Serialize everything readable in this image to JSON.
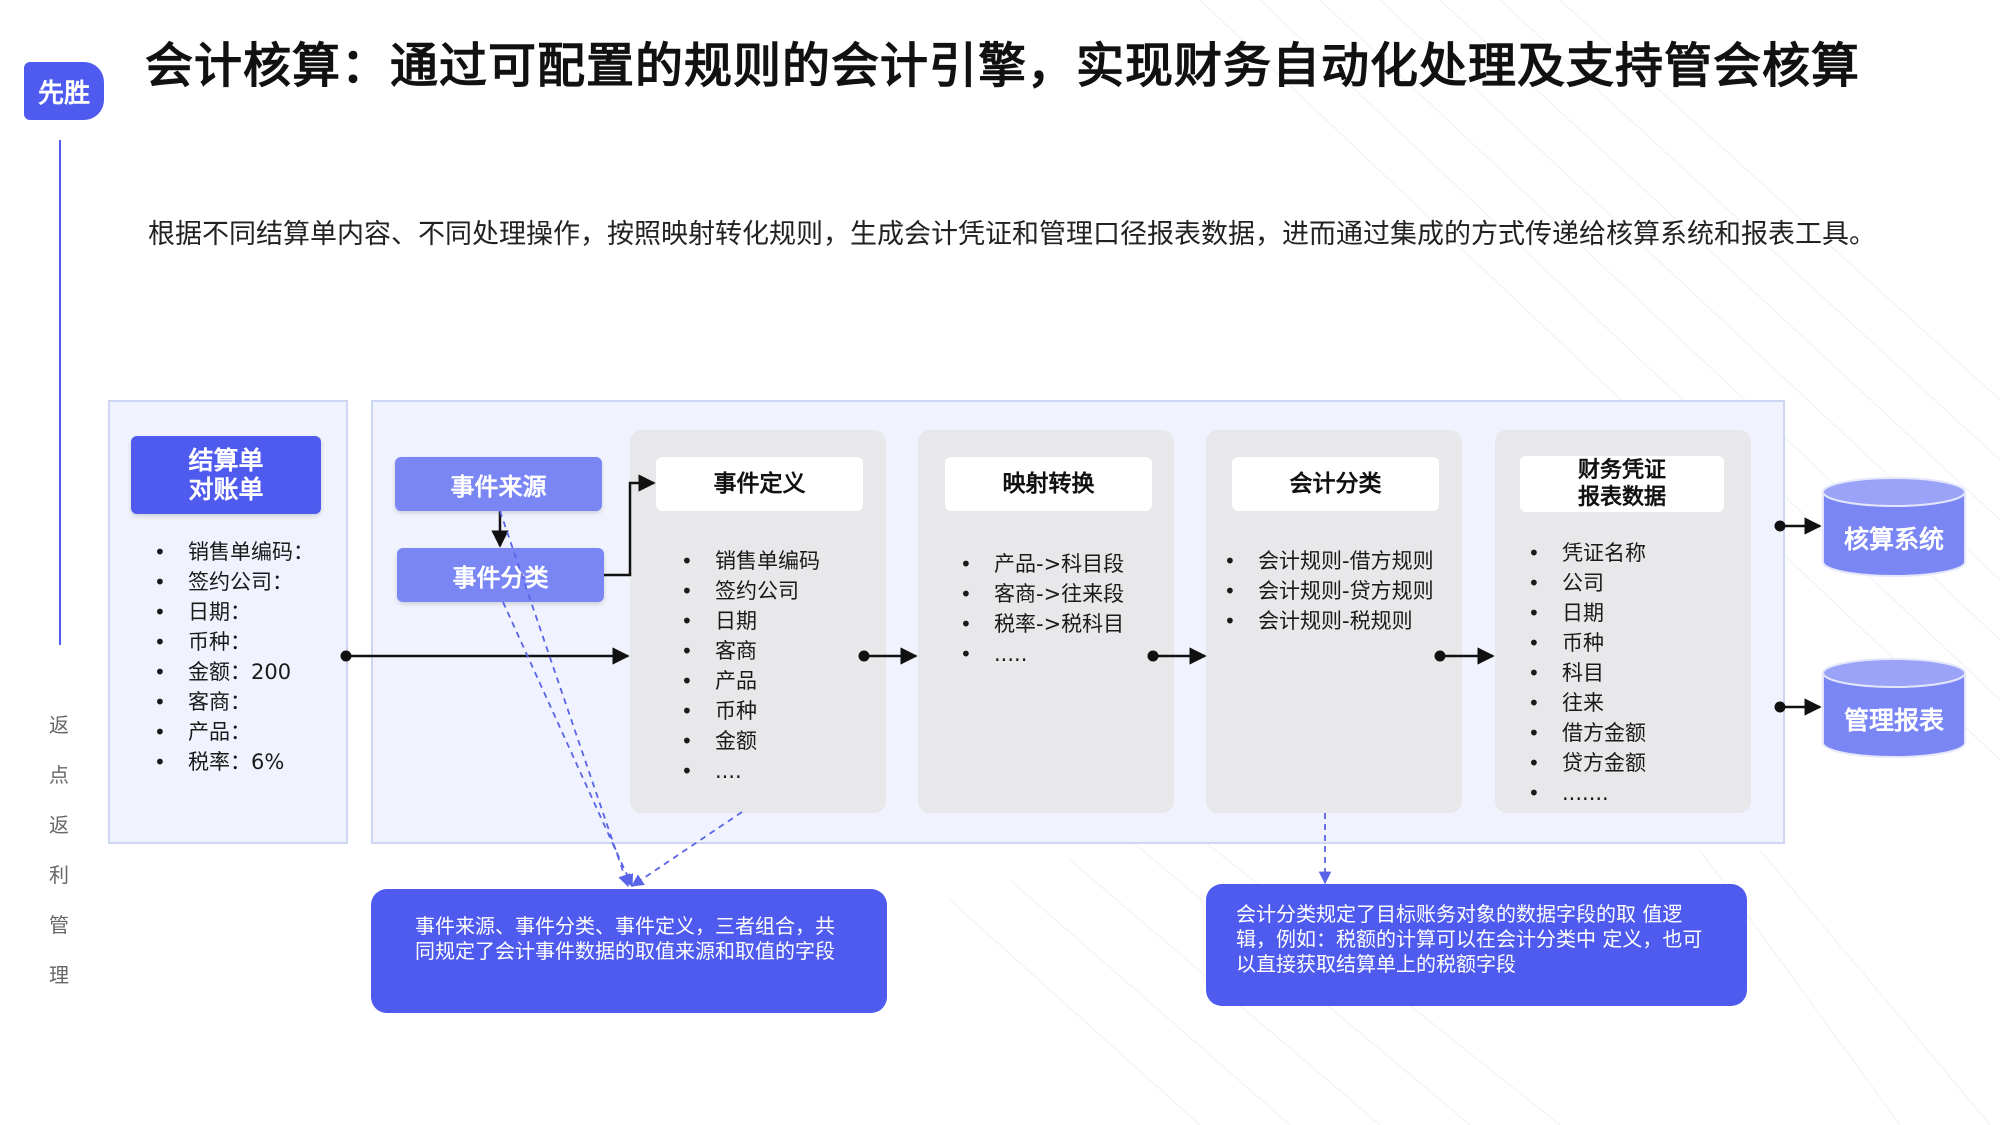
{
  "logo": {
    "text": "先胜"
  },
  "sidebar": {
    "chars": [
      "返",
      "点",
      "返",
      "利",
      "管",
      "理"
    ]
  },
  "title": "会计核算：通过可配置的规则的会计引擎，实现财务自动化处理及支持管会核算",
  "subtitle": "根据不同结算单内容、不同处理操作，按照映射转化规则，生成会计凭证和管理口径报表数据，进而通过集成的方式传递给核算系统和报表工具。",
  "settlement": {
    "title": "结算单\n对账单",
    "items": [
      "销售单编码：",
      "签约公司：",
      "日期：",
      "币种：",
      "金额：200",
      "客商：",
      "产品：",
      "税率：6%"
    ]
  },
  "event": {
    "source": "事件来源",
    "category": "事件分类"
  },
  "stages": [
    {
      "title": "事件定义",
      "items": [
        "销售单编码",
        "签约公司",
        "日期",
        "客商",
        "产品",
        "币种",
        "金额",
        "...."
      ]
    },
    {
      "title": "映射转换",
      "items": [
        "产品->科目段",
        "客商->往来段",
        "税率->税科目",
        "....."
      ]
    },
    {
      "title": "会计分类",
      "items": [
        "会计规则-借方规则",
        "会计规则-贷方规则",
        "会计规则-税规则"
      ]
    },
    {
      "title": "财务凭证\n报表数据",
      "items": [
        "凭证名称",
        "公司",
        "日期",
        "币种",
        "科目",
        "往来",
        "借方金额",
        "贷方金额",
        "......."
      ]
    }
  ],
  "outputs": [
    "核算系统",
    "管理报表"
  ],
  "notes": {
    "left": "事件来源、事件分类、事件定义，三者组合，共 同规定了会计事件数据的取值来源和取值的字段",
    "right": "会计分类规定了目标账务对象的数据字段的取  值逻辑，例如：税额的计算可以在会计分类中  定义，也可以直接获取结算单上的税额字段"
  },
  "colors": {
    "primary": "#4f5bef",
    "light": "#7b86f5",
    "panel": "#f0f3fd",
    "grey": "#e8e8ea",
    "dashed": "#5a64e8"
  }
}
